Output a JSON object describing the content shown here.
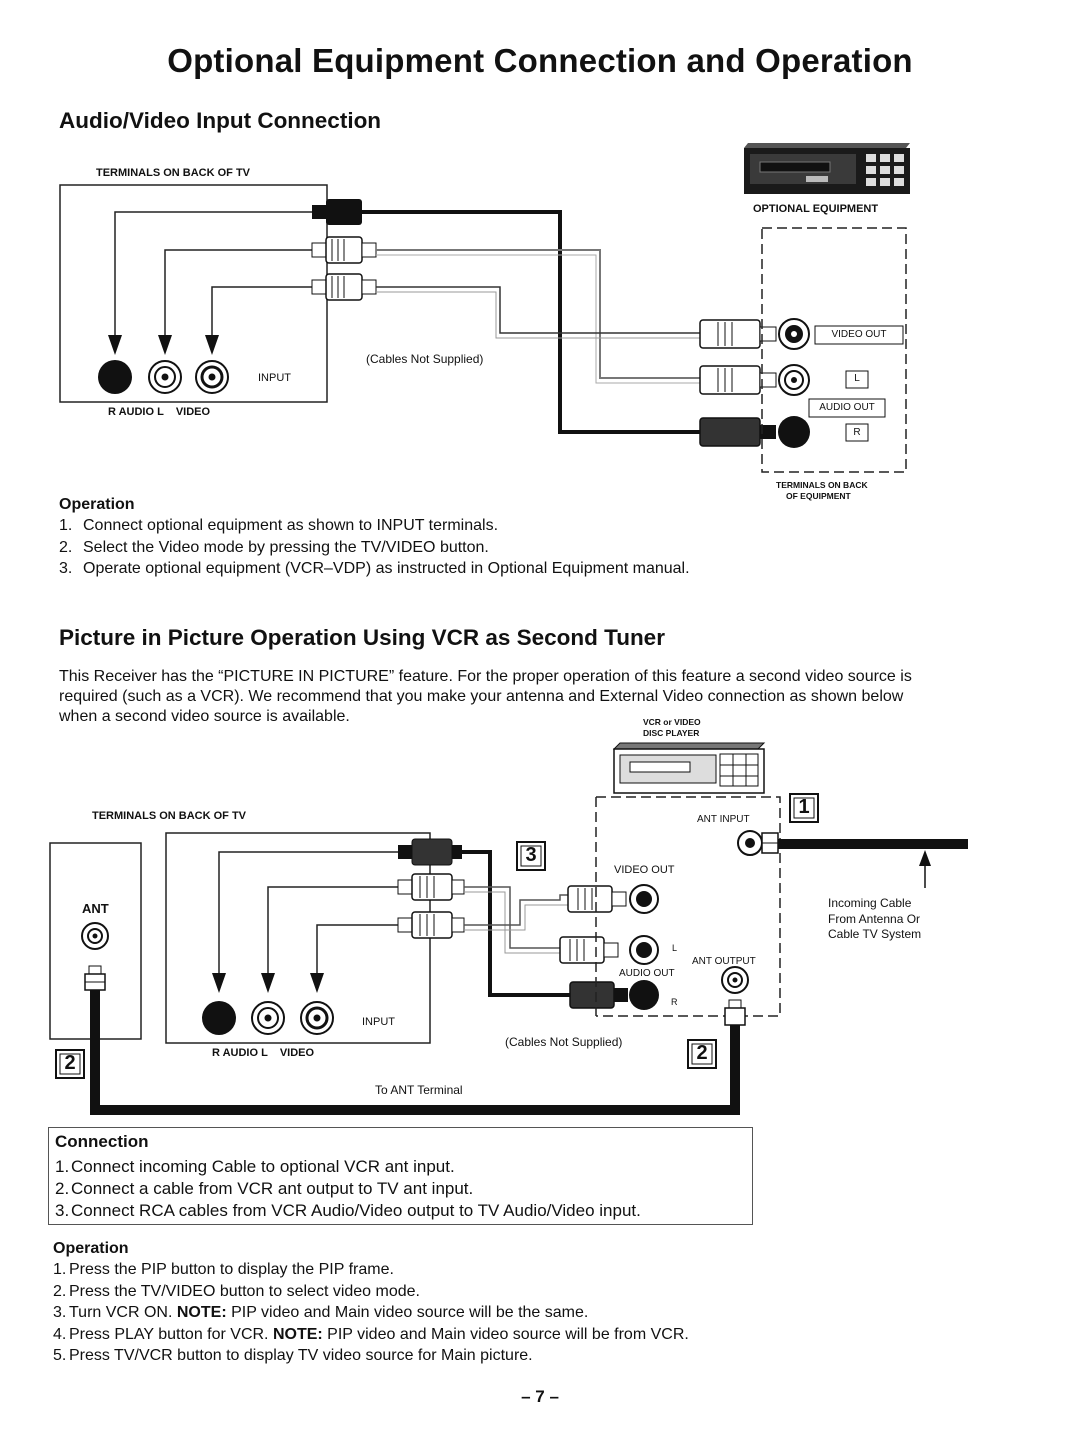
{
  "page": {
    "title": "Optional Equipment Connection and Operation",
    "page_number": "– 7 –"
  },
  "section1": {
    "heading": "Audio/Video Input Connection",
    "diagram": {
      "terminals_tv": "TERMINALS ON BACK OF TV",
      "optional_equipment": "OPTIONAL EQUIPMENT",
      "input": "INPUT",
      "jack_labels": "R AUDIO L    VIDEO",
      "cables": "(Cables Not Supplied)",
      "video_out": "VIDEO OUT",
      "l": "L",
      "audio_out": "AUDIO OUT",
      "r": "R",
      "terminals_equipment_1": "TERMINALS ON BACK",
      "terminals_equipment_2": "OF EQUIPMENT"
    },
    "operation_label": "Operation",
    "operation_steps": [
      "Connect optional equipment as shown to INPUT terminals.",
      "Select the Video mode by pressing the TV/VIDEO button.",
      "Operate optional equipment (VCR–VDP) as instructed in Optional Equipment manual."
    ]
  },
  "section2": {
    "heading": "Picture in Picture Operation Using VCR as Second Tuner",
    "intro_lines": [
      "This Receiver has the “PICTURE IN PICTURE” feature. For the proper operation of this feature a second video source is",
      "required (such as a VCR). We recommend that you make your antenna and External Video connection as shown below",
      "when a second video source is available."
    ],
    "diagram": {
      "vcr_label_1": "VCR or VIDEO",
      "vcr_label_2": "DISC PLAYER",
      "terminals_tv": "TERMINALS ON BACK OF TV",
      "ant": "ANT",
      "input": "INPUT",
      "jack_labels": "R AUDIO L    VIDEO",
      "ant_input": "ANT INPUT",
      "video_out": "VIDEO OUT",
      "l": "L",
      "ant_output": "ANT OUTPUT",
      "audio_out": "AUDIO OUT",
      "r": "R",
      "cables": "(Cables Not Supplied)",
      "to_ant": "To ANT Terminal",
      "incoming_1": "Incoming Cable",
      "incoming_2": "From Antenna Or",
      "incoming_3": "Cable TV System",
      "step1": "1",
      "step2": "2",
      "step3": "3"
    },
    "connection_label": "Connection",
    "connection_steps": [
      "Connect incoming Cable to optional VCR ant input.",
      "Connect a cable from VCR ant output to TV ant input.",
      "Connect RCA cables from VCR Audio/Video output to TV Audio/Video input."
    ],
    "operation_label": "Operation",
    "operation_steps": [
      {
        "text": "Press the PIP button to display the PIP frame.",
        "note": ""
      },
      {
        "text": "Press the TV/VIDEO button to select video mode.",
        "note": ""
      },
      {
        "text": "Turn VCR ON. ",
        "note_label": "NOTE:",
        "note": " PIP video and Main video source will be the same."
      },
      {
        "text": "Press PLAY button for VCR. ",
        "note_label": "NOTE:",
        "note": " PIP video and Main video source will be from VCR."
      },
      {
        "text": "Press TV/VCR button to display TV video source for Main picture.",
        "note": ""
      }
    ]
  }
}
